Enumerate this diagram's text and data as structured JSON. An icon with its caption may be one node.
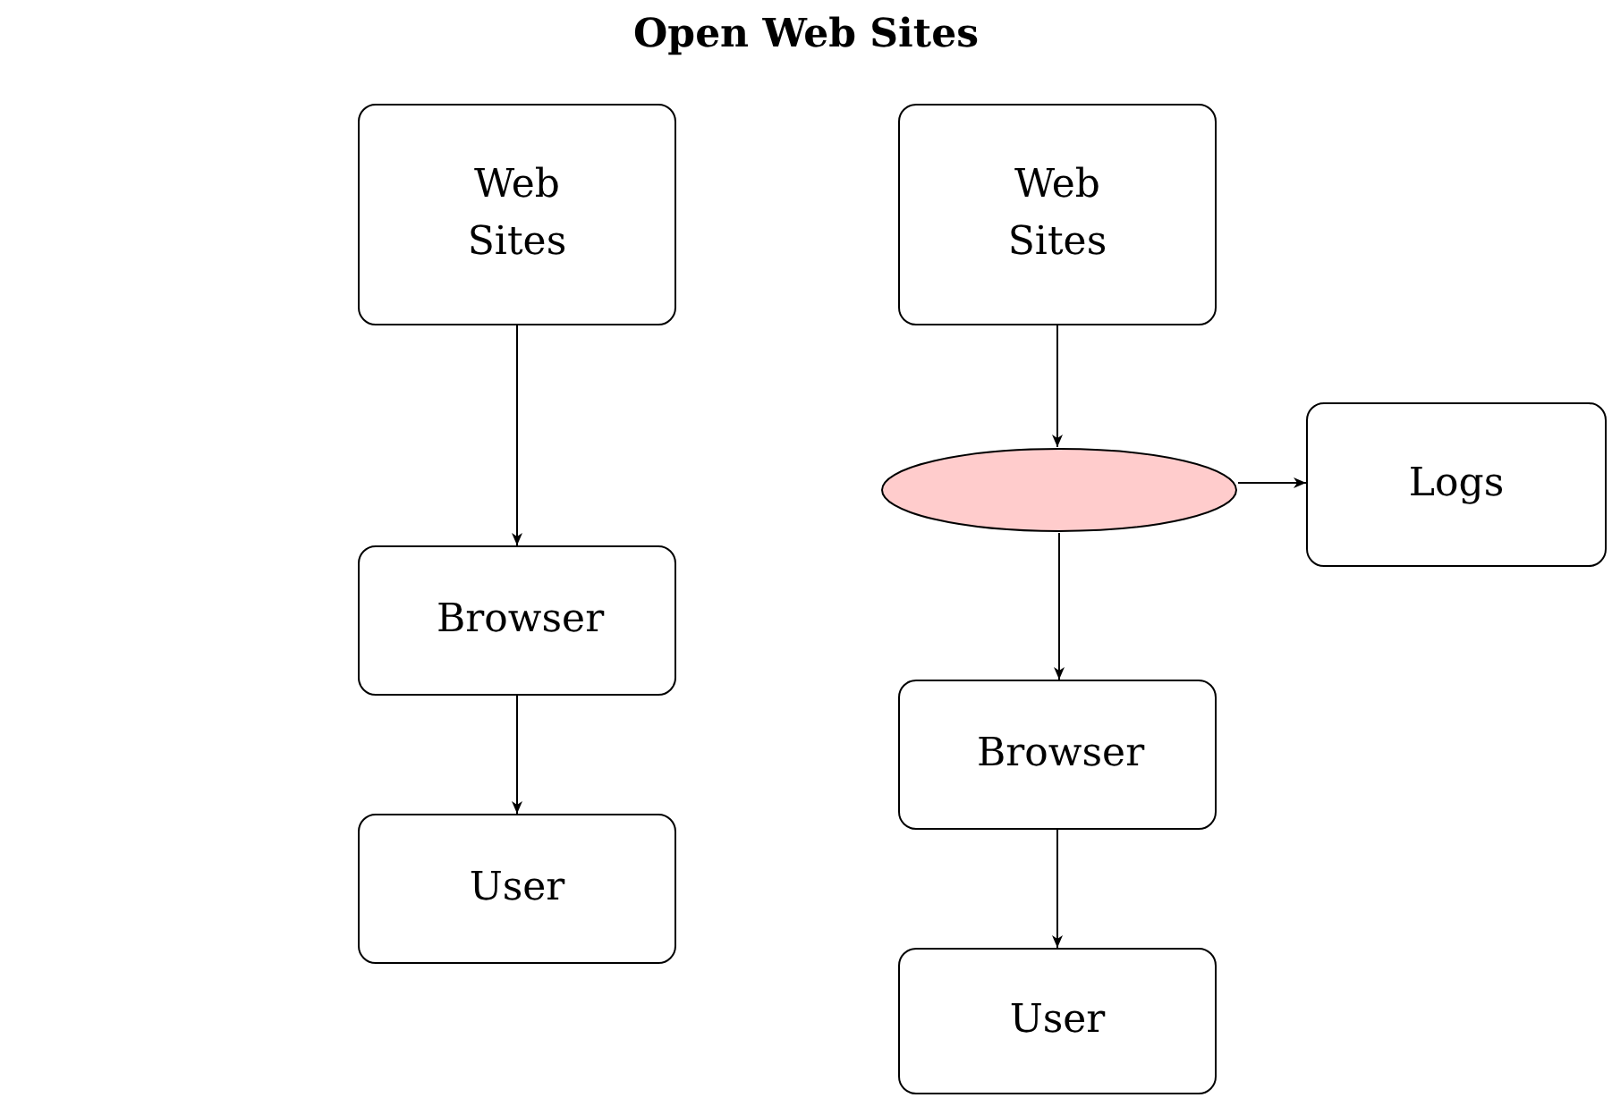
{
  "diagram": {
    "title": "Open Web Sites",
    "nodes": [
      {
        "text": [
          "Web Sites"
        ]
      },
      {
        "text": [
          "Browser"
        ]
      },
      {
        "text": [
          "User"
        ]
      },
      {
        "text": [
          "Web Sites"
        ]
      },
      {
        "text": [],
        "shape": "ellipse"
      },
      {
        "text": [
          "Logs"
        ]
      },
      {
        "text": [
          "Browser"
        ]
      },
      {
        "text": [
          "User"
        ]
      }
    ],
    "edges": [
      {
        "from": 0,
        "to": 1,
        "arrow": "to"
      },
      {
        "from": 1,
        "to": 2,
        "arrow": "to"
      },
      {
        "from": 3,
        "to": 4,
        "arrow": "to"
      },
      {
        "from": 4,
        "to": 5,
        "arrow": "to"
      },
      {
        "from": 4,
        "to": 6,
        "arrow": "to"
      },
      {
        "from": 6,
        "to": 7,
        "arrow": "to"
      }
    ]
  }
}
